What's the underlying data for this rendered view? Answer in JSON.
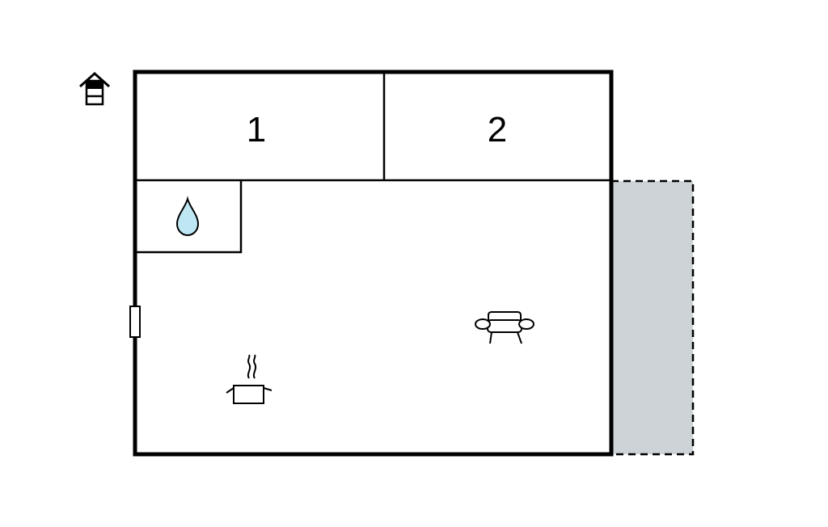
{
  "floorplan": {
    "rooms": [
      {
        "id": "bedroom-1",
        "label": "1"
      },
      {
        "id": "bedroom-2",
        "label": "2"
      }
    ],
    "icons": [
      {
        "name": "floor-level-icon"
      },
      {
        "name": "bathroom-water-drop-icon",
        "color": "#bfe7f3"
      },
      {
        "name": "living-room-sofa-icon"
      },
      {
        "name": "kitchen-cooking-pot-icon"
      },
      {
        "name": "entrance-door-icon"
      }
    ],
    "terrace": {
      "name": "terrace",
      "color": "#cdd3d6"
    },
    "wall_color": "#000000"
  }
}
